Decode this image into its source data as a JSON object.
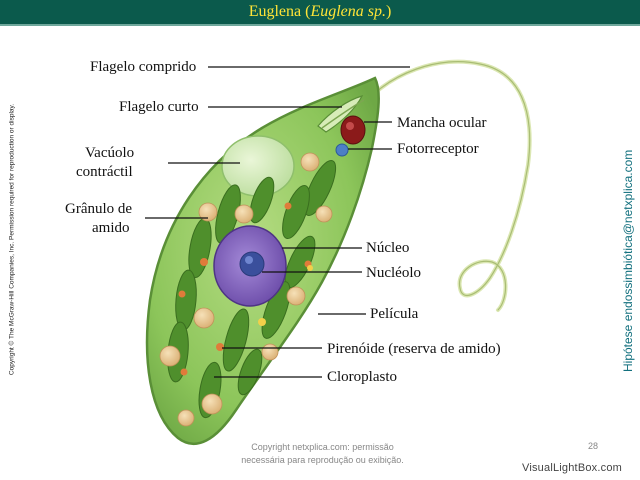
{
  "header": {
    "title_prefix": "Euglena (",
    "title_italic": "Euglena sp.",
    "title_suffix": ")"
  },
  "labels": {
    "flagelo_comprido": "Flagelo comprido",
    "flagelo_curto": "Flagelo curto",
    "vacuolo_line1": "Vacúolo",
    "vacuolo_line2": "contráctil",
    "granulo_line1": "Grânulo de",
    "granulo_line2": "amido",
    "mancha_ocular": "Mancha ocular",
    "fotorreceptor": "Fotorreceptor",
    "nucleo": "Núcleo",
    "nucleolo": "Nucléolo",
    "pelicula": "Película",
    "pirenoide": "Pirenóide (reserva de amido)",
    "cloroplasto": "Cloroplasto"
  },
  "side_copyright": "Copyright © The McGraw-Hill Companies, Inc. Permission required for reproduction or display.",
  "side_link": "Hipótese endossimbiótica@netxplica.com",
  "footer": {
    "line1": "Copyright netxplica.com: permissão",
    "line2": "necessária para reprodução ou exibição.",
    "page_number": "28"
  },
  "watermark": "VisualLightBox.com",
  "colors": {
    "title_bar": "#0b5a4c",
    "title_text": "#ffe437",
    "cell_body": "#8cc55a",
    "chloroplast": "#4f8f2c",
    "nucleus": "#7b5bb6",
    "eyespot": "#8b1a1a",
    "link_text": "#12707e"
  }
}
